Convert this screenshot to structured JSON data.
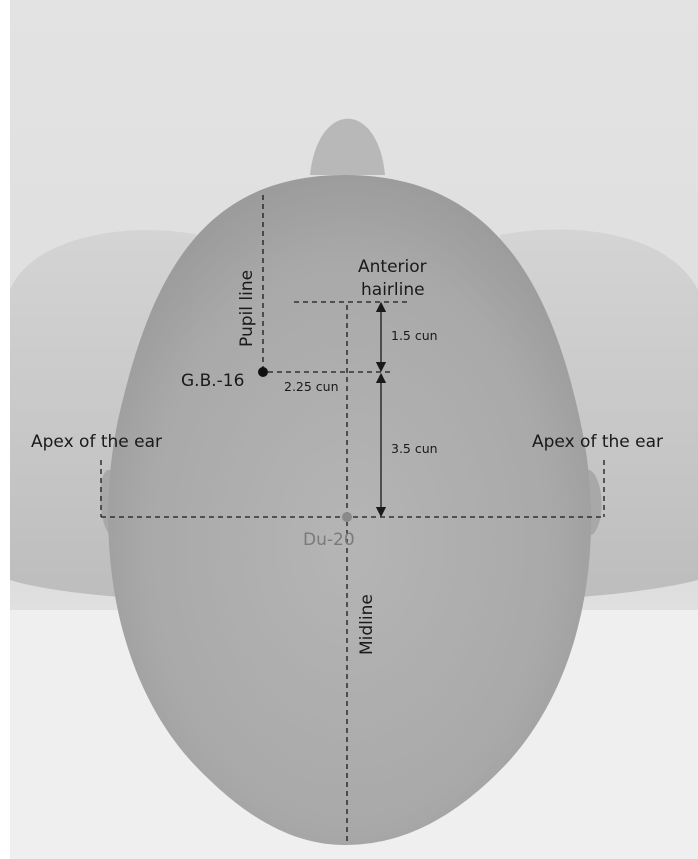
{
  "labels": {
    "pupil_line": "Pupil line",
    "anterior_hairline_1": "Anterior",
    "anterior_hairline_2": "hairline",
    "gb16": "G.B.-16",
    "dist_1_5": "1.5 cun",
    "dist_2_25": "2.25 cun",
    "dist_3_5": "3.5 cun",
    "apex_left": "Apex of the ear",
    "apex_right": "Apex of the ear",
    "du20": "Du-20",
    "midline": "Midline"
  },
  "colors": {
    "line": "#1a1a1a",
    "gb16_point": "#111111",
    "du20_point": "#8a8a8a",
    "du20_label": "#7a7a7a"
  }
}
